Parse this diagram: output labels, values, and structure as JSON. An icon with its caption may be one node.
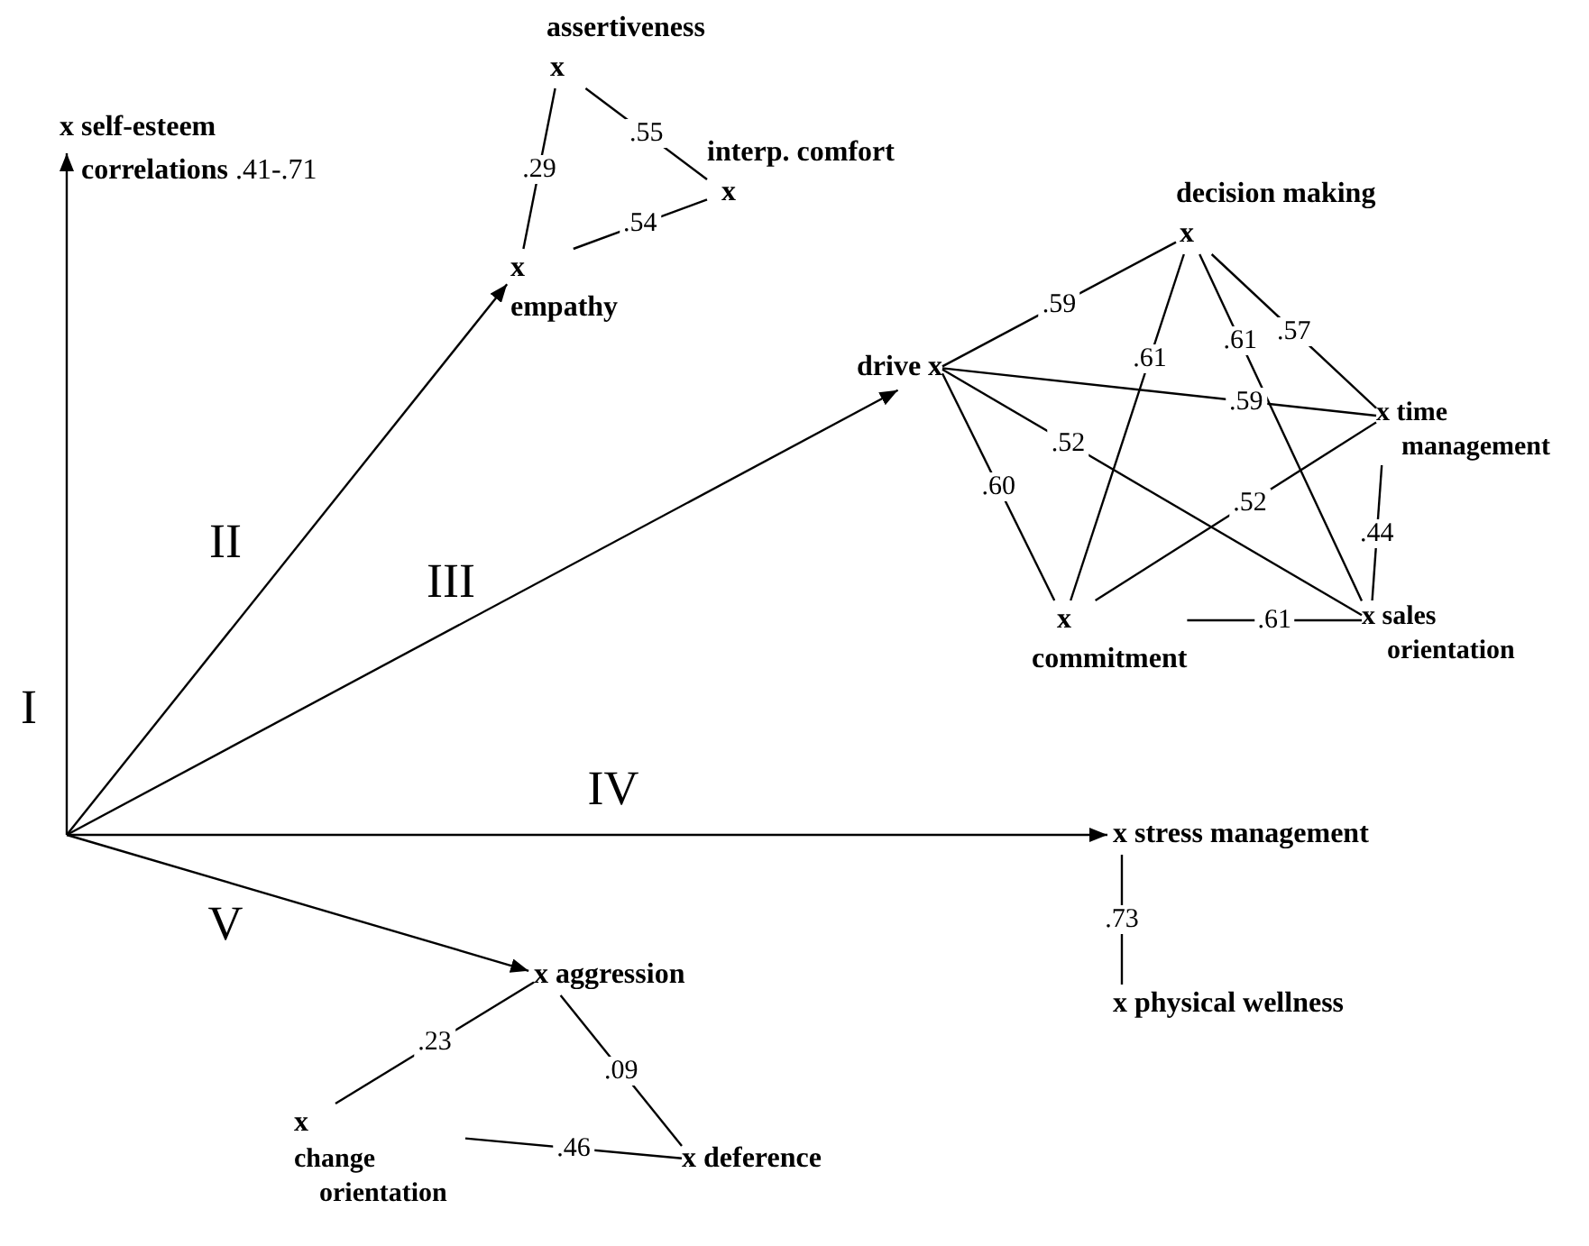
{
  "diagram": {
    "nodes": [
      {
        "text": [
          "x self-esteem"
        ]
      },
      {
        "text": [
          "assertiveness",
          "x"
        ]
      },
      {
        "text": [
          "interp. comfort",
          "x"
        ]
      },
      {
        "text": [
          "x",
          "empathy"
        ]
      },
      {
        "text": [
          "decision making",
          "x"
        ]
      },
      {
        "text": [
          "drive x"
        ]
      },
      {
        "text": [
          "x time management"
        ]
      },
      {
        "text": [
          "x",
          "commitment"
        ]
      },
      {
        "text": [
          "x sales orientation"
        ]
      },
      {
        "text": [
          "x stress management"
        ]
      },
      {
        "text": [
          "x physical wellness"
        ]
      },
      {
        "text": [
          "x aggression"
        ]
      },
      {
        "text": [
          "x",
          "change orientation"
        ]
      },
      {
        "text": [
          "x deference"
        ]
      }
    ],
    "edges": [
      {
        "from": 1,
        "to": 2,
        "arrow": "none",
        "label": ".55"
      },
      {
        "from": 1,
        "to": 3,
        "arrow": "none",
        "label": ".29"
      },
      {
        "from": 3,
        "to": 2,
        "arrow": "none",
        "label": ".54"
      },
      {
        "from": 4,
        "to": 5,
        "arrow": "none",
        "label": ".59"
      },
      {
        "from": 4,
        "to": 7,
        "arrow": "none",
        "label": ".61"
      },
      {
        "from": 4,
        "to": 8,
        "arrow": "none",
        "label": ".61"
      },
      {
        "from": 4,
        "to": 6,
        "arrow": "none",
        "label": ".57"
      },
      {
        "from": 5,
        "to": 6,
        "arrow": "none",
        "label": ".59"
      },
      {
        "from": 5,
        "to": 8,
        "arrow": "none",
        "label": ".52"
      },
      {
        "from": 5,
        "to": 7,
        "arrow": "none",
        "label": ".60"
      },
      {
        "from": 6,
        "to": 7,
        "arrow": "none",
        "label": ".52"
      },
      {
        "from": 6,
        "to": 8,
        "arrow": "none",
        "label": ".44"
      },
      {
        "from": 7,
        "to": 8,
        "arrow": "none",
        "label": ".61"
      },
      {
        "from": 9,
        "to": 10,
        "arrow": "none",
        "label": ".73"
      },
      {
        "from": 11,
        "to": 12,
        "arrow": "none",
        "label": ".23"
      },
      {
        "from": 11,
        "to": 13,
        "arrow": "none",
        "label": ".09"
      },
      {
        "from": 12,
        "to": 13,
        "arrow": "none",
        "label": ".46"
      },
      {
        "from": null,
        "to": 0,
        "arrow": "to",
        "label": "I"
      },
      {
        "from": null,
        "to": 3,
        "arrow": "to",
        "label": "II"
      },
      {
        "from": null,
        "to": 5,
        "arrow": "to",
        "label": "III"
      },
      {
        "from": null,
        "to": 9,
        "arrow": "to",
        "label": "IV"
      },
      {
        "from": null,
        "to": 11,
        "arrow": "to",
        "label": "V"
      }
    ],
    "labels": [
      "**correlations** .41-.71"
    ]
  }
}
